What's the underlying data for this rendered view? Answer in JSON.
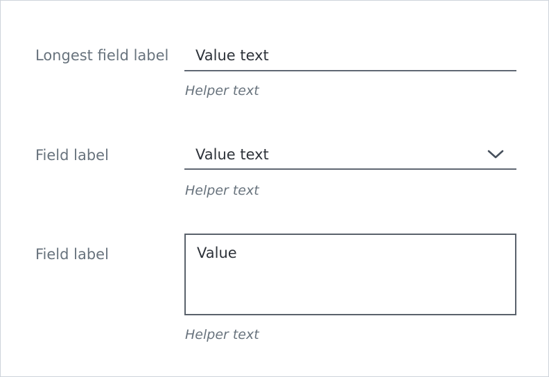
{
  "panel": {
    "fields": [
      {
        "label": "Longest field label",
        "type": "text-input",
        "value": "Value text",
        "helper": "Helper text"
      },
      {
        "label": "Field label",
        "type": "select",
        "value": "Value text",
        "helper": "Helper text",
        "icon": "chevron-down-icon"
      },
      {
        "label": "Field label",
        "type": "textarea",
        "value": "Value",
        "helper": "Helper text"
      }
    ],
    "colors": {
      "label_text": "#68737D",
      "value_text": "#2E333A",
      "underline": "#5F6772",
      "textarea_border": "#59616B",
      "helper_text": "#68737D",
      "frame_border": "#CDD3DA",
      "chevron": "#47505C"
    }
  }
}
